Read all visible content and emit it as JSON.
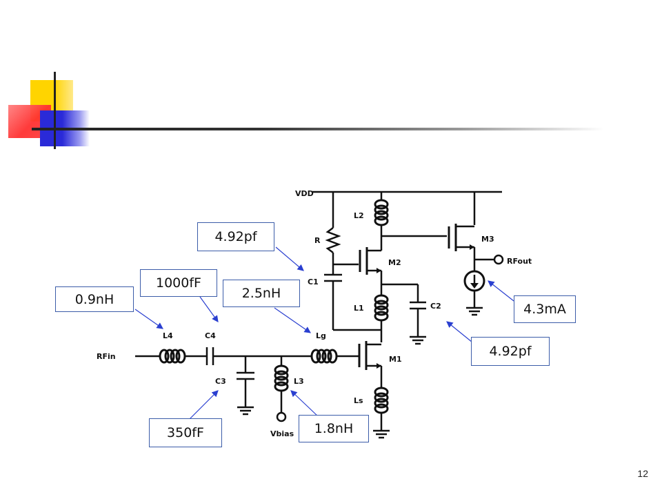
{
  "annotations": {
    "l4_value": "0.9nH",
    "c4_value": "1000fF",
    "c1_value": "4.92pf",
    "lg_value": "2.5nH",
    "current_value": "4.3mA",
    "c2_value": "4.92pf",
    "c3_value": "350fF",
    "l3_value": "1.8nH"
  },
  "circuit_labels": {
    "vdd": "VDD",
    "r": "R",
    "l2": "L2",
    "m2": "M2",
    "m3": "M3",
    "rf_out": "RFout",
    "c1": "C1",
    "l1": "L1",
    "c2": "C2",
    "l4": "L4",
    "c4": "C4",
    "lg": "Lg",
    "m1": "M1",
    "rf_in": "RFin",
    "c3": "C3",
    "l3": "L3",
    "ls": "Ls",
    "vbias": "Vbias"
  },
  "page_number": "12",
  "colors": {
    "arrow": "#2a3fd0",
    "wire": "#111111",
    "label_border": "#3a5ba8"
  }
}
